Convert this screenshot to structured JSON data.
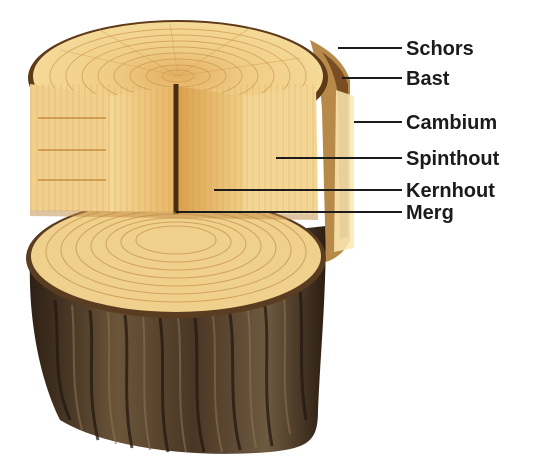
{
  "diagram": {
    "labels": [
      {
        "id": "schors",
        "text": "Schors"
      },
      {
        "id": "bast",
        "text": "Bast"
      },
      {
        "id": "cambium",
        "text": "Cambium"
      },
      {
        "id": "spinthout",
        "text": "Spinthout"
      },
      {
        "id": "kernhout",
        "text": "Kernhout"
      },
      {
        "id": "merg",
        "text": "Merg"
      }
    ],
    "colors": {
      "bark_dark": "#3b2a1c",
      "bark_mid": "#6a5338",
      "sapwood": "#f2d290",
      "heartwood": "#e0ad5a",
      "rings": "#c9954a",
      "pith": "#4a2e12",
      "leader": "#1b1b1b"
    }
  }
}
